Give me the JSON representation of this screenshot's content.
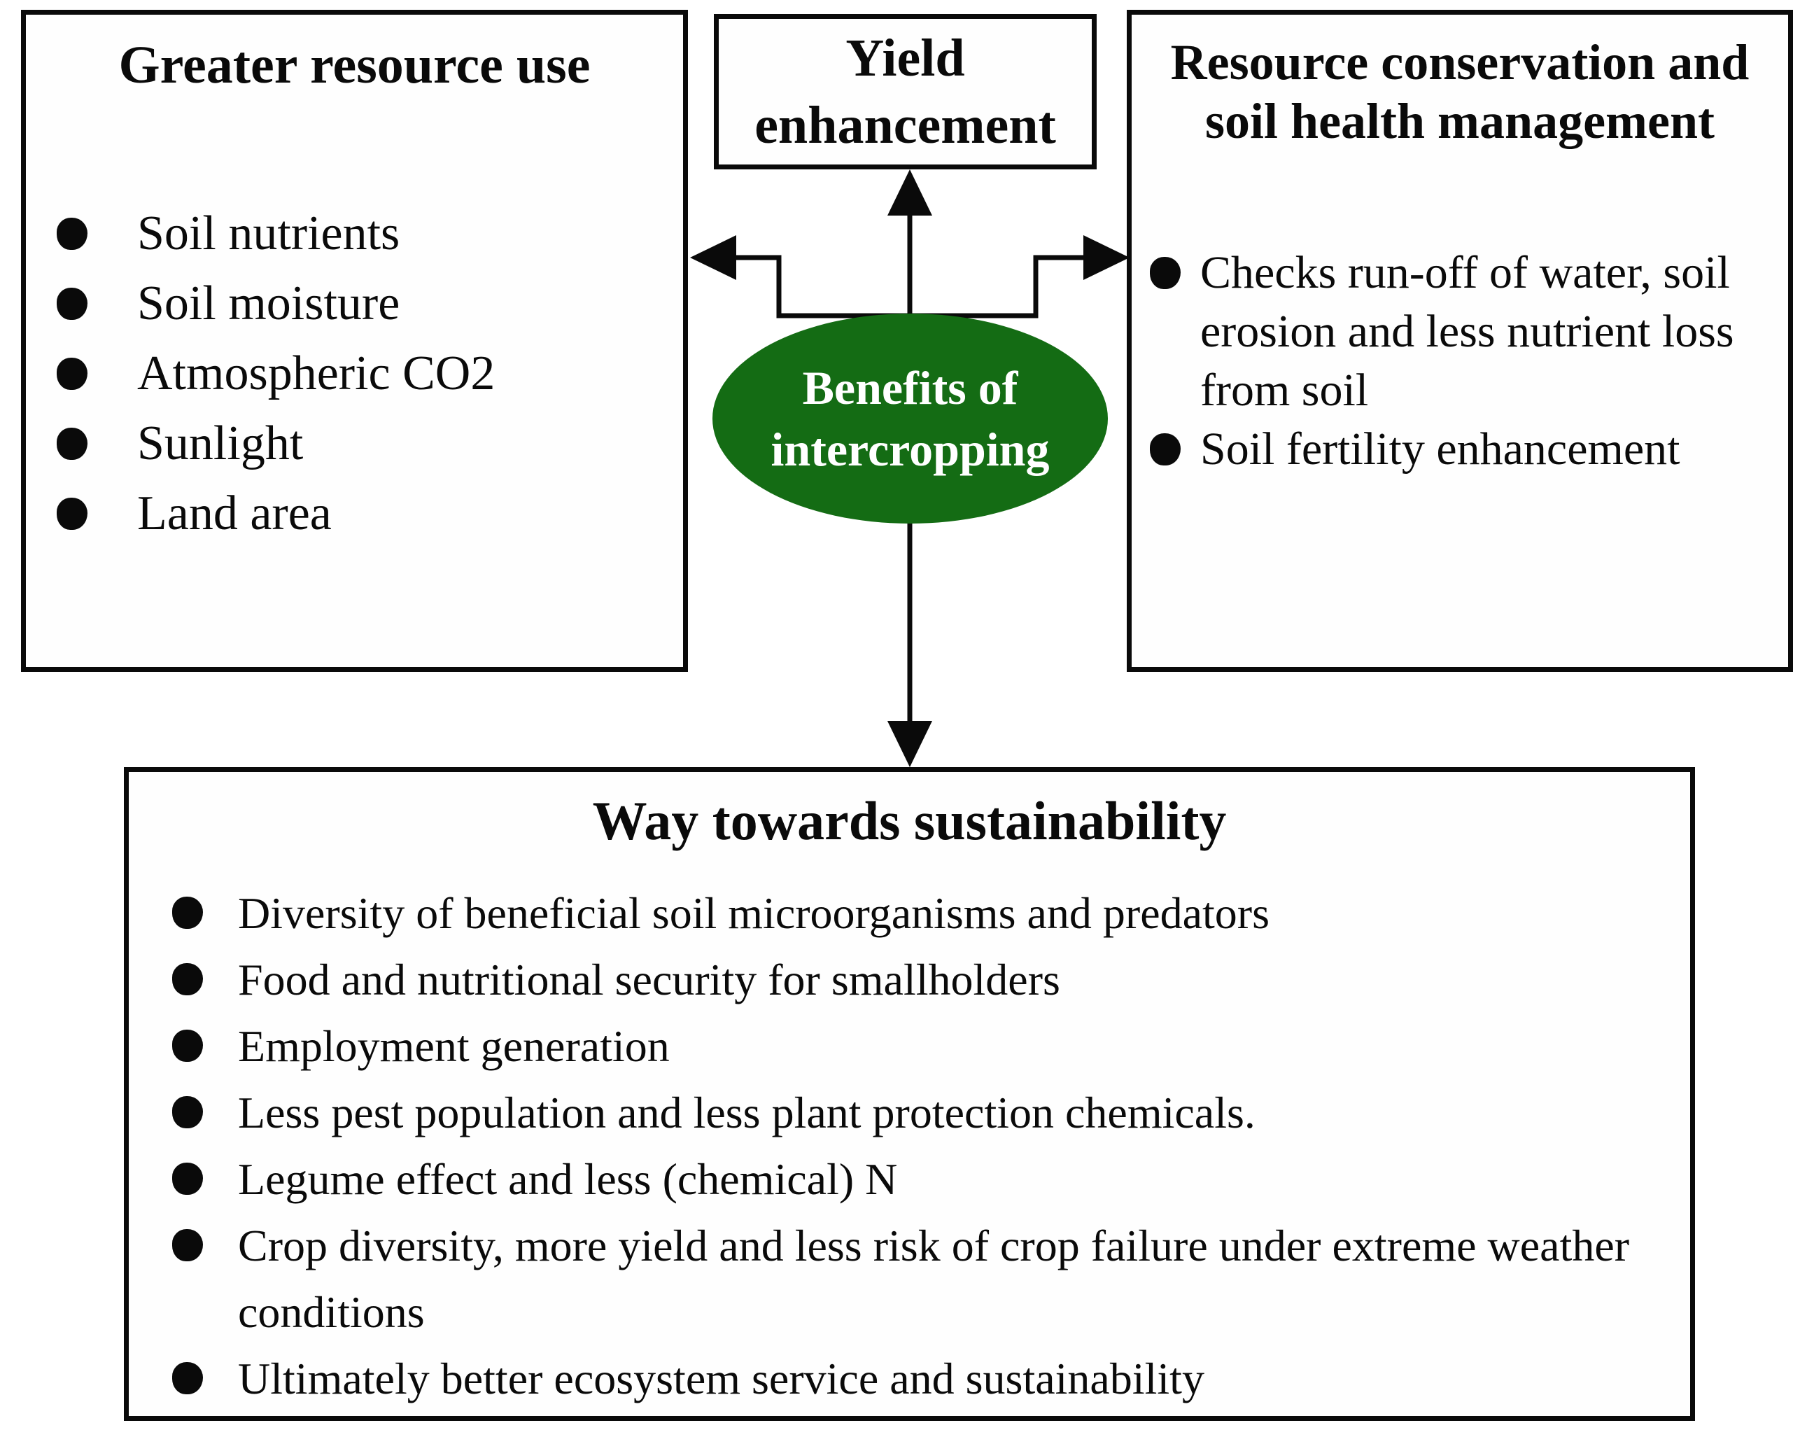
{
  "figure": {
    "background": "#ffffff",
    "line_color": "#0a0a0a",
    "text_color": "#0a0a0a",
    "box_border_color": "#0a0a0a"
  },
  "center": {
    "label": "Benefits of intercropping",
    "fill": "#146c14",
    "text_color": "#ffffff"
  },
  "boxes": {
    "greater_resource_use": {
      "title": "Greater resource use",
      "items": [
        "Soil nutrients",
        "Soil moisture",
        "Atmospheric CO2",
        "Sunlight",
        "Land area"
      ]
    },
    "yield_enhancement": {
      "title": "Yield enhancement"
    },
    "resource_conservation": {
      "title": "Resource conservation and soil health management",
      "items": [
        "Checks run-off of water, soil erosion and less nutrient loss from soil",
        "Soil fertility enhancement"
      ]
    },
    "way_towards_sustainability": {
      "title": "Way towards sustainability",
      "items": [
        "Diversity of beneficial soil microorganisms and predators",
        "Food and nutritional security for smallholders",
        "Employment generation",
        "Less pest population and less plant protection chemicals.",
        "Legume effect and less (chemical) N",
        "Crop diversity, more yield and less risk of crop failure under extreme weather conditions",
        "Ultimately better ecosystem service and sustainability"
      ]
    }
  }
}
